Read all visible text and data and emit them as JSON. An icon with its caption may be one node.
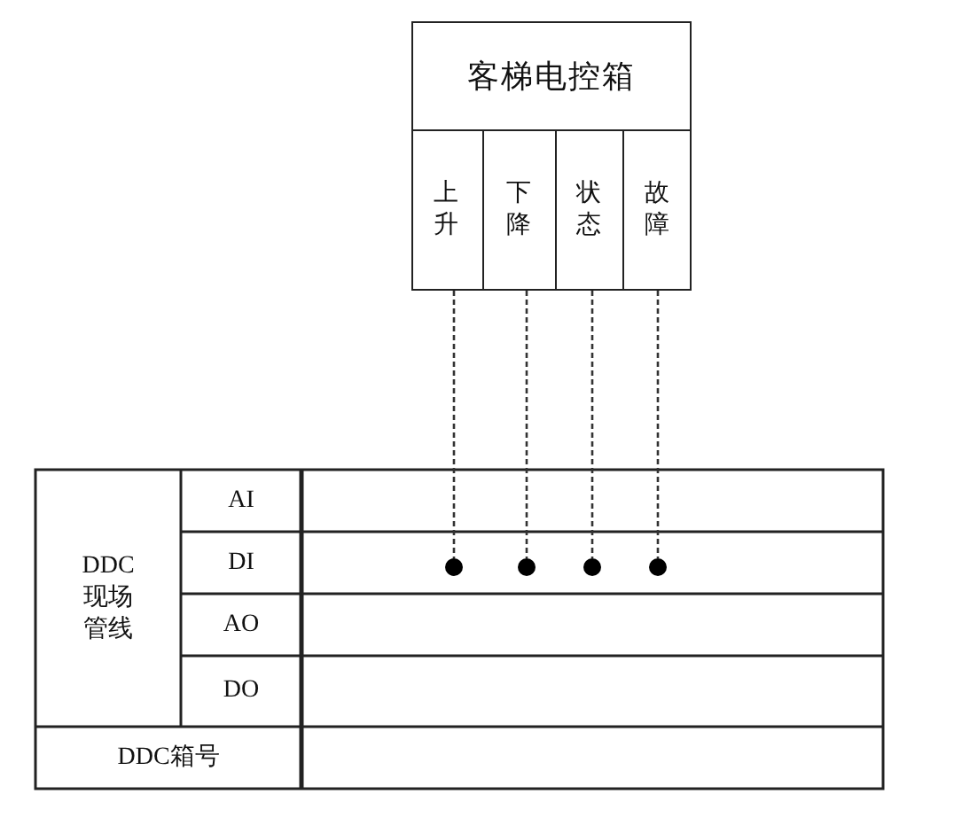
{
  "diagram": {
    "nodes": [
      {
        "text": [
          "客梯电控箱"
        ]
      },
      {
        "text": [
          "上升"
        ],
        "in": 0
      },
      {
        "text": [
          "下降"
        ],
        "in": 0
      },
      {
        "text": [
          "状态"
        ],
        "in": 0
      },
      {
        "text": [
          "故障"
        ],
        "in": 0
      },
      {
        "text": [
          "DDC现场管线"
        ]
      },
      {
        "text": [
          "AI"
        ]
      },
      {
        "text": [
          "DI"
        ]
      },
      {
        "text": [
          "AO"
        ]
      },
      {
        "text": [
          "DO"
        ]
      },
      {
        "text": [
          "DDC箱号"
        ]
      },
      {
        "text": [],
        "shape": "circle"
      },
      {
        "text": [],
        "shape": "circle"
      },
      {
        "text": [],
        "shape": "circle"
      },
      {
        "text": [],
        "shape": "circle"
      }
    ],
    "edges": [
      {
        "from": 1,
        "to": 11,
        "arrow": "none",
        "style": "dashed"
      },
      {
        "from": 2,
        "to": 12,
        "arrow": "none",
        "style": "dashed"
      },
      {
        "from": 3,
        "to": 13,
        "arrow": "none",
        "style": "dashed"
      },
      {
        "from": 4,
        "to": 14,
        "arrow": "none",
        "style": "dashed"
      }
    ]
  }
}
